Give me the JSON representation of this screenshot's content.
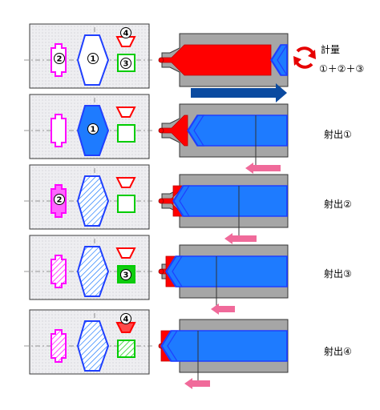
{
  "title": "計量",
  "formula": "①＋②＋③",
  "stage_labels": [
    "射出①",
    "射出②",
    "射出③",
    "射出④"
  ],
  "part_numbers": [
    "①",
    "②",
    "③",
    "④"
  ],
  "colors": {
    "melt_red": "#ff0000",
    "melt_blue": "#1e7bff",
    "outline_blue": "#1f3fff",
    "barrel_gray": "#a6a6a6",
    "mold_panel": "#e6e6ea",
    "cavity_magenta": "#ff00ff",
    "cavity_green": "#00cc00",
    "cavity_red": "#ff0000",
    "rotation_arrow": "#e60000",
    "screw_arrow": "#0a4aa0",
    "retract_arrow": "#f06a9a"
  },
  "stages": [
    {
      "filled": [],
      "active": "none"
    },
    {
      "filled": [
        "1"
      ],
      "active": "1"
    },
    {
      "filled": [
        "1",
        "2"
      ],
      "active": "2"
    },
    {
      "filled": [
        "1",
        "2",
        "3"
      ],
      "active": "3"
    },
    {
      "filled": [
        "1",
        "2",
        "3",
        "4"
      ],
      "active": "4"
    }
  ]
}
